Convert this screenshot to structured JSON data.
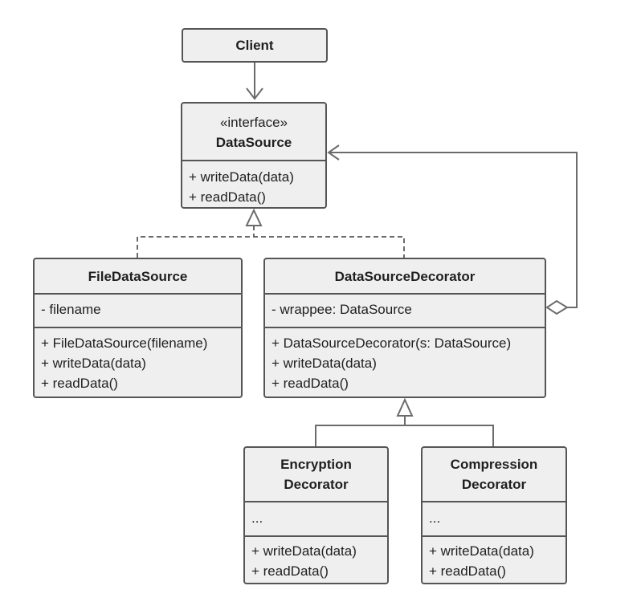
{
  "colors": {
    "box_fill": "#efefef",
    "box_border": "#555555",
    "connector": "#6b6b6b",
    "text": "#1f1f1f"
  },
  "classes": {
    "client": {
      "name": "Client"
    },
    "data_source": {
      "stereotype": "«interface»",
      "name": "DataSource",
      "methods": [
        "+ writeData(data)",
        "+ readData()"
      ]
    },
    "file_data_source": {
      "name": "FileDataSource",
      "fields": [
        "- filename"
      ],
      "methods": [
        "+ FileDataSource(filename)",
        "+ writeData(data)",
        "+ readData()"
      ]
    },
    "data_source_decorator": {
      "name": "DataSourceDecorator",
      "fields": [
        "- wrappee: DataSource"
      ],
      "methods": [
        "+ DataSourceDecorator(s: DataSource)",
        "+ writeData(data)",
        "+ readData()"
      ]
    },
    "encryption_decorator": {
      "name_lines": [
        "Encryption",
        "Decorator"
      ],
      "fields": [
        "..."
      ],
      "methods": [
        "+ writeData(data)",
        "+ readData()"
      ]
    },
    "compression_decorator": {
      "name_lines": [
        "Compression",
        "Decorator"
      ],
      "fields": [
        "..."
      ],
      "methods": [
        "+ writeData(data)",
        "+ readData()"
      ]
    }
  },
  "relations": [
    {
      "from": "Client",
      "to": "DataSource",
      "type": "association"
    },
    {
      "from": "FileDataSource",
      "to": "DataSource",
      "type": "realization"
    },
    {
      "from": "DataSourceDecorator",
      "to": "DataSource",
      "type": "realization"
    },
    {
      "from": "DataSourceDecorator",
      "to": "DataSource",
      "type": "aggregation"
    },
    {
      "from": "EncryptionDecorator",
      "to": "DataSourceDecorator",
      "type": "generalization"
    },
    {
      "from": "CompressionDecorator",
      "to": "DataSourceDecorator",
      "type": "generalization"
    }
  ]
}
